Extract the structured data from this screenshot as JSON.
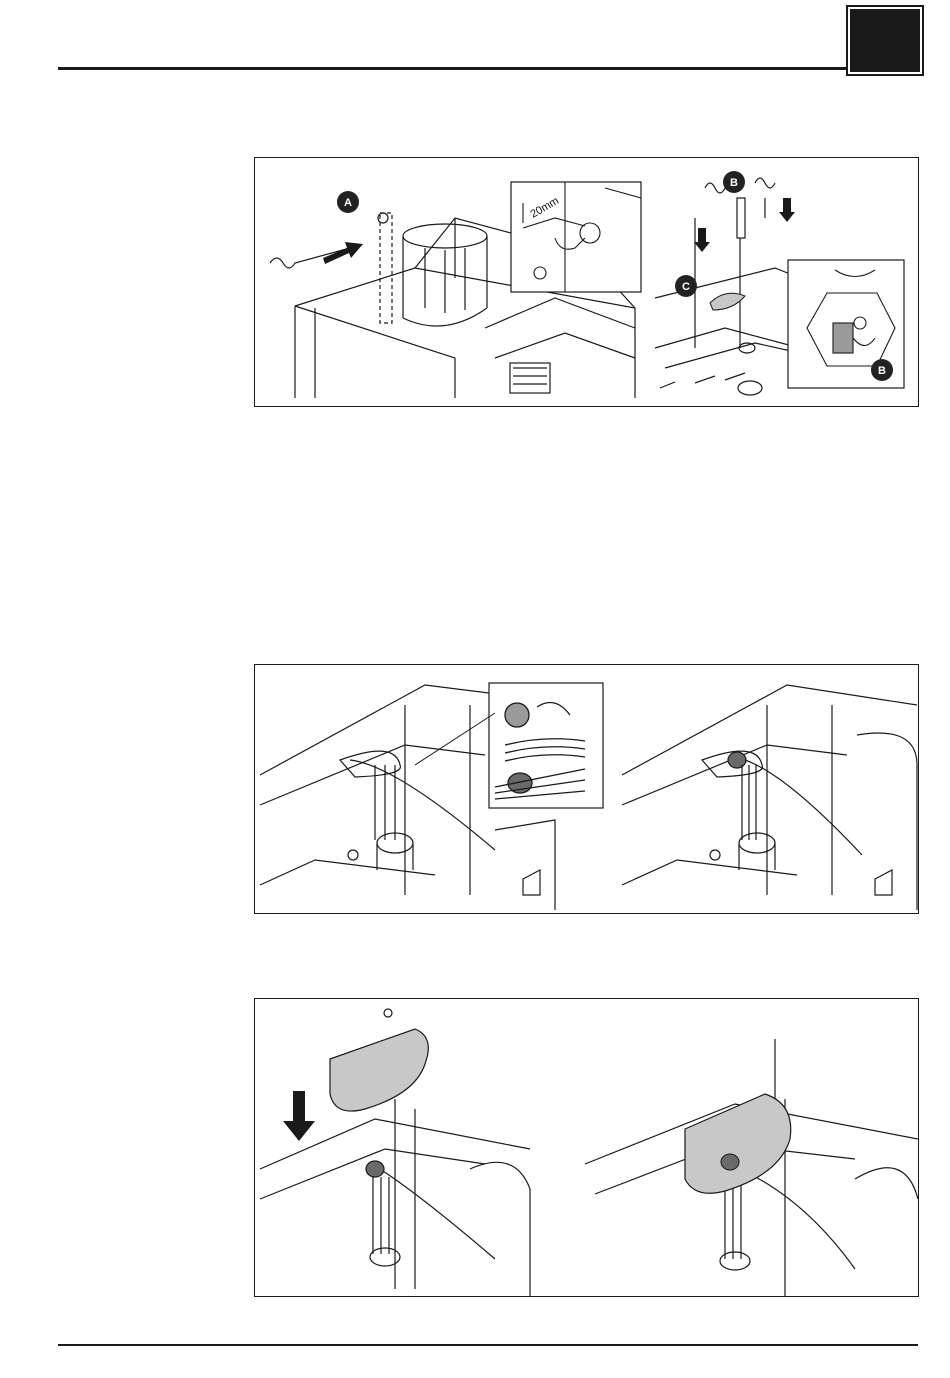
{
  "header": {
    "language_tab_color": "#1a1a1a"
  },
  "figure_1": {
    "callouts": {
      "a": "A",
      "b": "B",
      "c": "C",
      "b_detail": "B"
    },
    "dimension_label": "20mm"
  },
  "figure_2": {},
  "figure_3": {},
  "colors": {
    "ink": "#1a1a1a",
    "shade": "#c8c8c8",
    "callout": "#222222"
  }
}
